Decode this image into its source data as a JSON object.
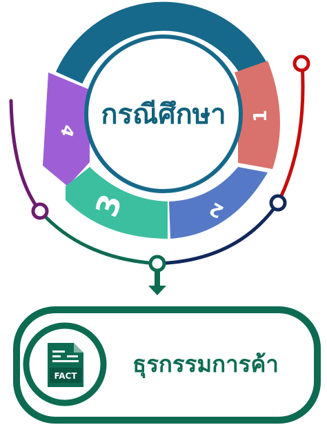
{
  "center": {
    "title": "กรณีศึกษา"
  },
  "segments": [
    {
      "number": "1",
      "color": "#d9726c"
    },
    {
      "number": "2",
      "color": "#5579c6"
    },
    {
      "number": "3",
      "color": "#3cbf9e"
    },
    {
      "number": "4",
      "color": "#9e5fd6"
    }
  ],
  "ring": {
    "top_color": "#16698a",
    "inner_border_color": "#16698a"
  },
  "arcs": {
    "red": "#c40d0d",
    "navy": "#12285c",
    "green": "#0d6b52",
    "purple": "#6b1d6e"
  },
  "card": {
    "title": "ธุรกรรมการค้า",
    "icon": "fact-document-icon",
    "icon_label": "FACT",
    "border_color": "#0d6b52"
  }
}
